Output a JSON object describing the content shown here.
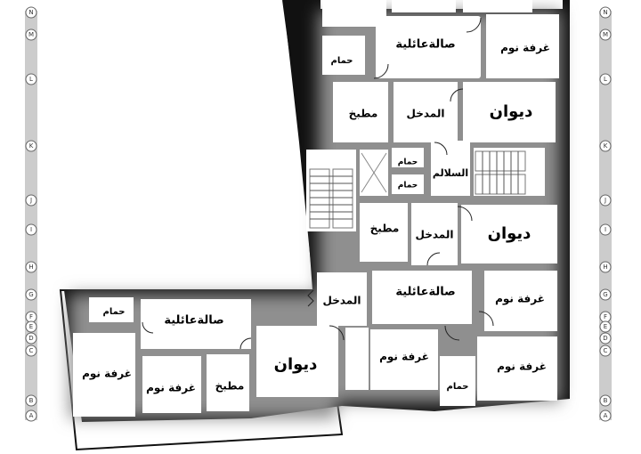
{
  "axis_labels": [
    "N",
    "M",
    "L",
    "K",
    "J",
    "I",
    "H",
    "G",
    "F",
    "E",
    "D",
    "C",
    "B",
    "A"
  ],
  "rooms": {
    "family_hall_top": "صالةعائلية",
    "bedroom_top": "غرفة نوم",
    "bath_top": "حمام",
    "kitchen_top": "مطبخ",
    "entrance_top": "المدخل",
    "diwan_top": "ديوان",
    "bath_small_1": "حمام",
    "bath_small_2": "حمام",
    "stairs": "السلالم",
    "kitchen_mid": "مطبخ",
    "entrance_mid": "المدخل",
    "diwan_mid": "ديوان",
    "family_hall_right": "صالةعائلية",
    "bedroom_right_1": "غرفة نوم",
    "bedroom_right_2": "غرفة نوم",
    "bedroom_right_3": "غرفة نوم",
    "bath_right": "حمام",
    "entrance_center": "المدخل",
    "bath_left": "حمام",
    "family_hall_left": "صالةعائلية",
    "bedroom_left_1": "غرفة نوم",
    "bedroom_left_2": "غرفة نوم",
    "kitchen_left": "مطبخ",
    "diwan_left": "ديوان"
  },
  "colors": {
    "wall": "#111111",
    "room": "#ffffff",
    "glow": "#9a9a9a"
  }
}
